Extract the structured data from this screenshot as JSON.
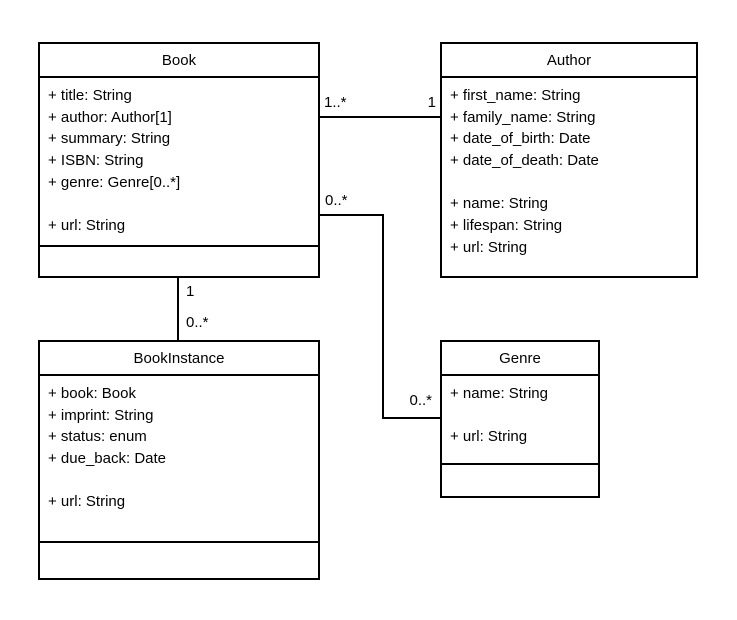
{
  "diagram": {
    "type": "uml-class-diagram",
    "colors": {
      "background": "#ffffff",
      "border": "#000000",
      "text": "#000000"
    },
    "classes": [
      {
        "name": "Book",
        "attributes": [
          "+ title: String",
          "+ author: Author[1]",
          "+ summary: String",
          "+ ISBN: String",
          "+ genre: Genre[0..*]",
          "",
          "+ url: String"
        ],
        "methods": []
      },
      {
        "name": "Author",
        "attributes": [
          "+ first_name: String",
          "+ family_name: String",
          "+ date_of_birth: Date",
          "+ date_of_death: Date",
          "",
          "+ name: String",
          "+ lifespan: String",
          "+ url: String"
        ],
        "methods": []
      },
      {
        "name": "BookInstance",
        "attributes": [
          "+ book: Book",
          "+ imprint: String",
          "+ status: enum",
          "+ due_back: Date",
          "",
          "+ url: String"
        ],
        "methods": []
      },
      {
        "name": "Genre",
        "attributes": [
          "+ name: String",
          "",
          "+ url: String"
        ],
        "methods": []
      }
    ],
    "associations": [
      {
        "from": "Book",
        "to": "Author",
        "from_multiplicity": "1..*",
        "to_multiplicity": "1"
      },
      {
        "from": "Book",
        "to": "Genre",
        "from_multiplicity": "0..*",
        "to_multiplicity": "0..*"
      },
      {
        "from": "Book",
        "to": "BookInstance",
        "from_multiplicity": "1",
        "to_multiplicity": "0..*"
      }
    ]
  }
}
